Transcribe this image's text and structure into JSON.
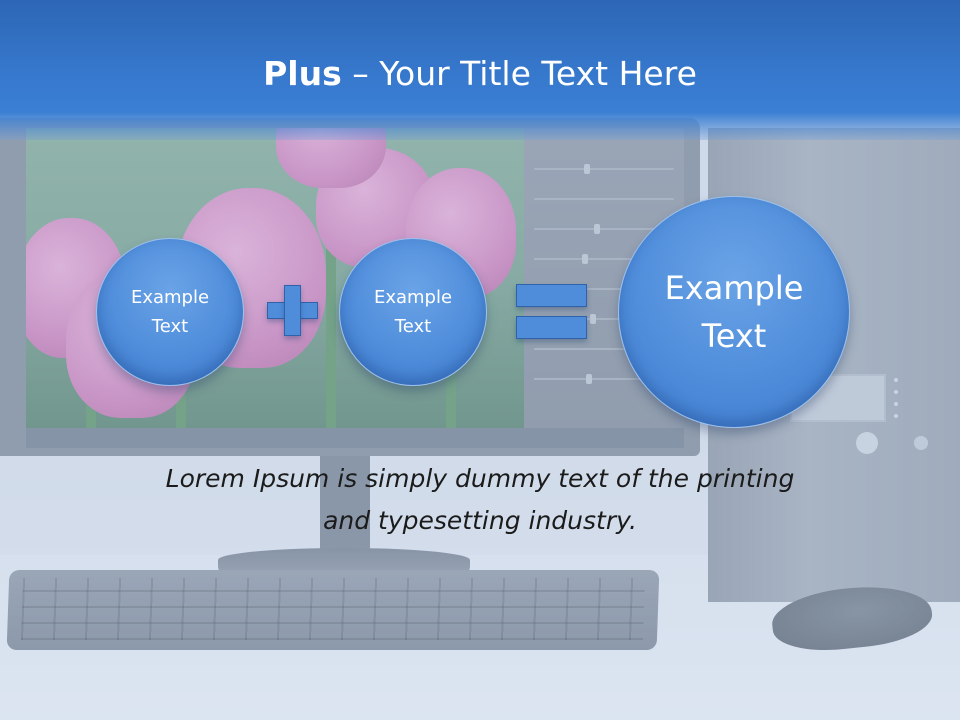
{
  "slide": {
    "title_bold": "Plus",
    "title_rest": " – Your Title Text Here",
    "circles": [
      {
        "label": "Example\nText"
      },
      {
        "label": "Example\nText"
      },
      {
        "label": "Example\nText"
      }
    ],
    "operators": {
      "plus_icon": "plus-sign",
      "equals_icon": "equals-sign"
    },
    "body": "Lorem Ipsum is simply dummy text of the printing\nand typesetting industry.",
    "colors": {
      "title_band": "#3576ca",
      "shape_fill": "#4f8ddb",
      "shape_border": "#2f62a8",
      "title_text": "#ffffff",
      "body_text": "#1b1b1b"
    }
  }
}
